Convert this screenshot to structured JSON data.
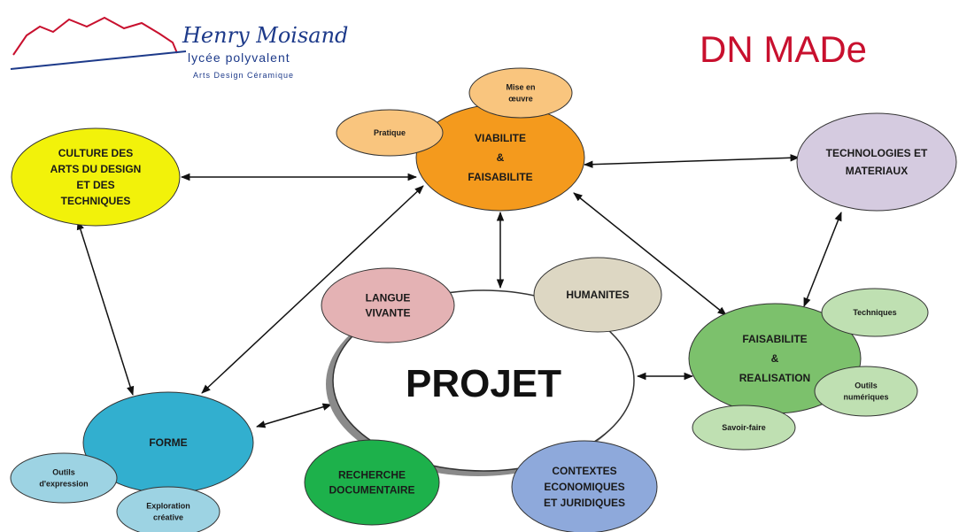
{
  "header": {
    "logo_name": "Henry Moisand",
    "logo_line1": "lycée polyvalent",
    "logo_line2": "Arts Design Céramique",
    "brand": "DN MADe"
  },
  "center": {
    "label": "PROJET"
  },
  "nodes": {
    "culture": {
      "lines": [
        "CULTURE DES",
        "ARTS DU DESIGN",
        "ET DES",
        "TECHNIQUES"
      ],
      "color": "#f2f20a"
    },
    "viabilite": {
      "lines": [
        "VIABILITE",
        "&",
        "FAISABILITE"
      ],
      "color": "#f49a1d"
    },
    "mise_en_oeuvre": {
      "lines": [
        "Mise en",
        "œuvre"
      ],
      "color": "#f9c57e"
    },
    "pratique": {
      "lines": [
        "Pratique"
      ],
      "color": "#f9c57e"
    },
    "technologies": {
      "lines": [
        "TECHNOLOGIES ET",
        "MATERIAUX"
      ],
      "color": "#d5cbe0"
    },
    "langue": {
      "lines": [
        "LANGUE",
        "VIVANTE"
      ],
      "color": "#e4b2b4"
    },
    "humanites": {
      "lines": [
        "HUMANITES"
      ],
      "color": "#ddd7c3"
    },
    "faisabilite": {
      "lines": [
        "FAISABILITE",
        "&",
        "REALISATION"
      ],
      "color": "#7cc16c"
    },
    "techniques": {
      "lines": [
        "Techniques"
      ],
      "color": "#bfe0b2"
    },
    "outils_num": {
      "lines": [
        "Outils",
        "numériques"
      ],
      "color": "#bfe0b2"
    },
    "savoir_faire": {
      "lines": [
        "Savoir-faire"
      ],
      "color": "#bfe0b2"
    },
    "forme": {
      "lines": [
        "FORME"
      ],
      "color": "#32afcf"
    },
    "outils_exp": {
      "lines": [
        "Outils",
        "d'expression"
      ],
      "color": "#9dd3e3"
    },
    "exploration": {
      "lines": [
        "Exploration",
        "créative"
      ],
      "color": "#9dd3e3"
    },
    "recherche": {
      "lines": [
        "RECHERCHE",
        "DOCUMENTAIRE"
      ],
      "color": "#1db14b"
    },
    "contextes": {
      "lines": [
        "CONTEXTES",
        "ECONOMIQUES",
        "ET JURIDIQUES"
      ],
      "color": "#8ea9db"
    }
  },
  "colors": {
    "brand": "#c8102e",
    "logo": "#1d3a8a",
    "arrow": "#111111",
    "outline": "#333333"
  }
}
